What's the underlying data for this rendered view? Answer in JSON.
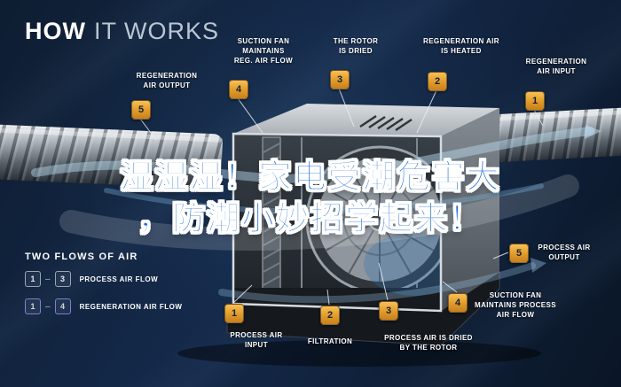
{
  "colors": {
    "accent_gold": "#E8A33C",
    "overlay_blue": "#1A6BD8",
    "background_navy": "#0C1A2C"
  },
  "title": {
    "how": "HOW",
    "it_works": "IT WORKS"
  },
  "overlay": {
    "line1": "湿湿湿！家电受潮危害大",
    "line2": "，防潮小妙招学起来！"
  },
  "legend": {
    "heading": "TWO FLOWS OF AIR",
    "dash": "–",
    "rows": [
      {
        "from": "1",
        "to": "3",
        "label": "PROCESS AIR FLOW"
      },
      {
        "from": "1",
        "to": "4",
        "label": "REGENERATION AIR FLOW"
      }
    ]
  },
  "callouts": {
    "reg_air_output": {
      "num": "5",
      "label": "REGENERATION\nAIR OUTPUT"
    },
    "suction_fan_reg": {
      "num": "4",
      "label": "SUCTION FAN\nMAINTAINS\nREG. AIR FLOW"
    },
    "rotor_dried": {
      "num": "3",
      "label": "THE ROTOR\nIS DRIED"
    },
    "reg_air_heated": {
      "num": "2",
      "label": "REGENERATION AIR\nIS HEATED"
    },
    "reg_air_input": {
      "num": "1",
      "label": "REGENERATION\nAIR INPUT"
    },
    "process_air_input": {
      "num": "1",
      "label": "PROCESS AIR\nINPUT"
    },
    "filtration": {
      "num": "2",
      "label": "FILTRATION"
    },
    "process_air_dried": {
      "num": "3",
      "label": "PROCESS AIR IS DRIED\nBY THE ROTOR"
    },
    "suction_fan_process": {
      "num": "4",
      "label": "SUCTION FAN\nMAINTAINS PROCESS\nAIR FLOW"
    },
    "process_air_output": {
      "num": "5",
      "label": "PROCESS AIR\nOUTPUT"
    }
  }
}
